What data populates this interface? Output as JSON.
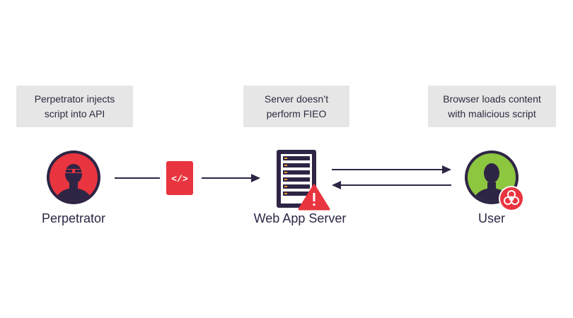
{
  "callouts": {
    "perpetrator": {
      "line1": "Perpetrator injects",
      "line2": "script into API"
    },
    "server": {
      "line1": "Server doesn’t",
      "line2": "perform FIEO"
    },
    "user": {
      "line1": "Browser loads content",
      "line2": "with malicious script"
    }
  },
  "nodes": {
    "perpetrator_label": "Perpetrator",
    "server_label": "Web App Server",
    "user_label": "User"
  },
  "code_badge": "</>",
  "icons": {
    "perpetrator": "hacker-avatar-icon",
    "code": "code-tag-icon",
    "server": "server-rack-icon",
    "warning": "warning-triangle-icon",
    "user": "user-avatar-icon",
    "biohazard": "biohazard-icon"
  },
  "colors": {
    "dark": "#2e2545",
    "red": "#e8353f",
    "green": "#8dc63f",
    "orange": "#f0922b",
    "callout_bg": "#e6e6e6"
  }
}
